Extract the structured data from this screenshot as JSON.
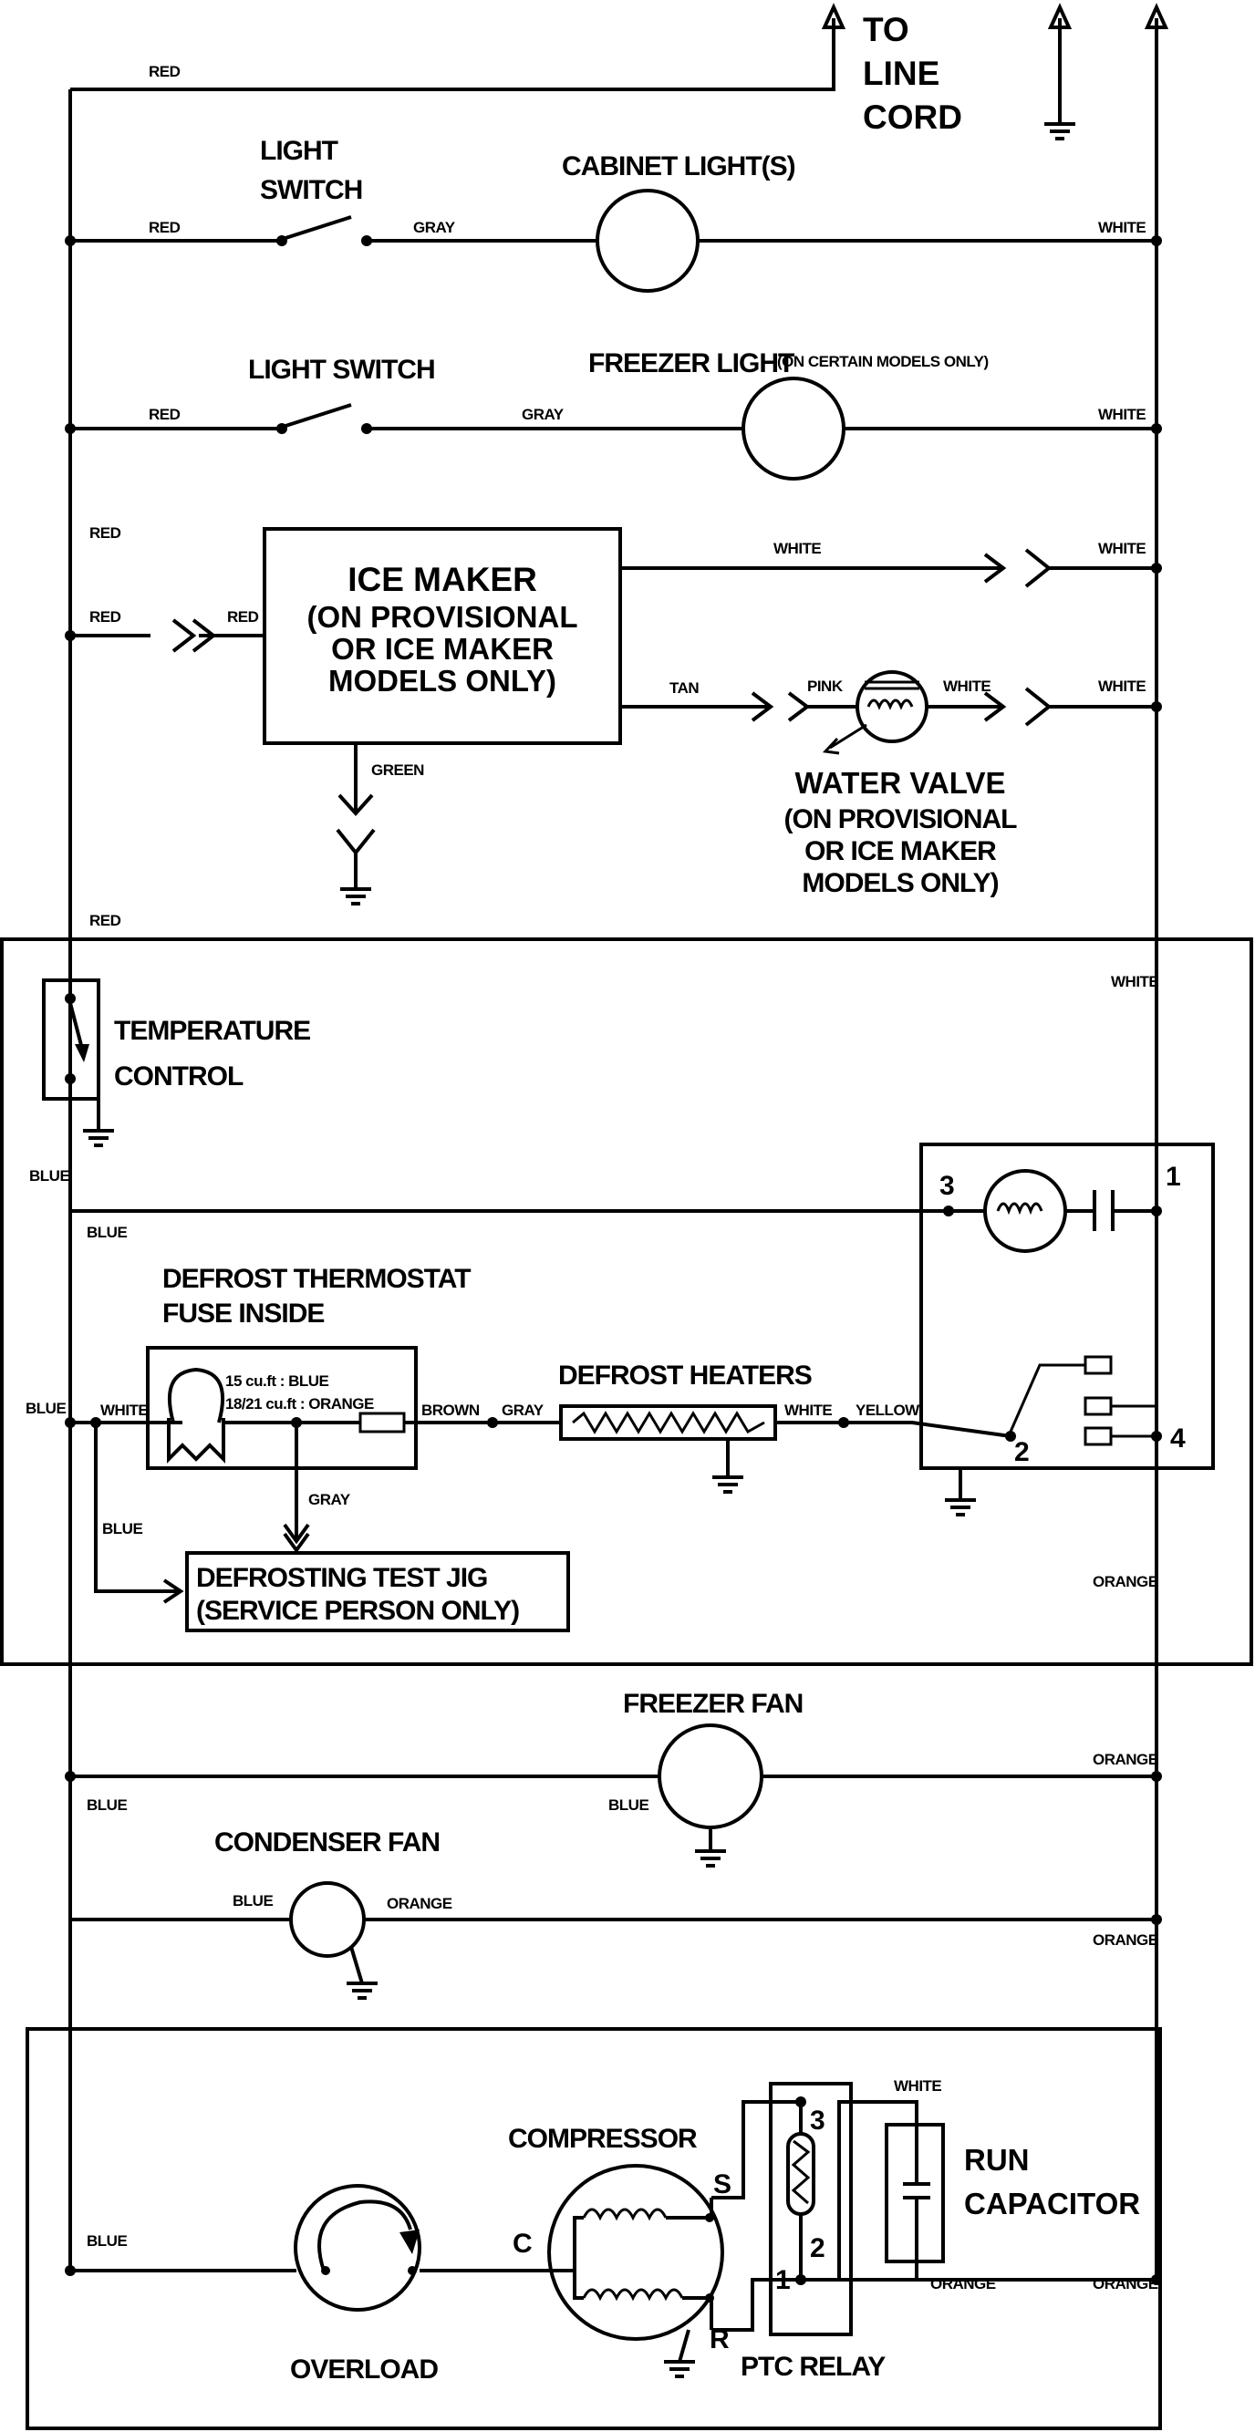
{
  "labels": {
    "to_line_cord": [
      "TO",
      "LINE",
      "CORD"
    ],
    "light_switch_1": [
      "LIGHT",
      "SWITCH"
    ],
    "light_switch_2": "LIGHT SWITCH",
    "cabinet_lights": "CABINET LIGHT(S)",
    "freezer_light": "FREEZER LIGHT",
    "freezer_light_note": "(ON CERTAIN MODELS ONLY)",
    "ice_maker": [
      "ICE MAKER",
      "(ON PROVISIONAL",
      "OR ICE MAKER",
      "MODELS ONLY)"
    ],
    "water_valve": [
      "WATER VALVE",
      "(ON PROVISIONAL",
      "OR ICE MAKER",
      "MODELS ONLY)"
    ],
    "temperature_control": [
      "TEMPERATURE",
      "CONTROL"
    ],
    "defrost_thermostat": [
      "DEFROST THERMOSTAT",
      "FUSE INSIDE"
    ],
    "fuse_note": [
      "15 cu.ft : BLUE",
      "18/21 cu.ft : ORANGE"
    ],
    "defrost_heaters": "DEFROST HEATERS",
    "test_jig": [
      "DEFROSTING TEST JIG",
      "(SERVICE PERSON ONLY)"
    ],
    "freezer_fan": "FREEZER FAN",
    "condenser_fan": "CONDENSER FAN",
    "compressor": "COMPRESSOR",
    "run_capacitor": [
      "RUN",
      "CAPACITOR"
    ],
    "overload": "OVERLOAD",
    "ptc_relay": "PTC RELAY",
    "timer_terminals": [
      "3",
      "1",
      "2",
      "4"
    ],
    "compressor_terminals": [
      "C",
      "S",
      "R"
    ],
    "relay_terminals": [
      "3",
      "2",
      "1"
    ]
  },
  "wires": {
    "red": "RED",
    "white": "WHITE",
    "gray": "GRAY",
    "tan": "TAN",
    "pink": "PINK",
    "green": "GREEN",
    "blue": "BLUE",
    "brown": "BROWN",
    "yellow": "YELLOW",
    "orange": "ORANGE"
  }
}
